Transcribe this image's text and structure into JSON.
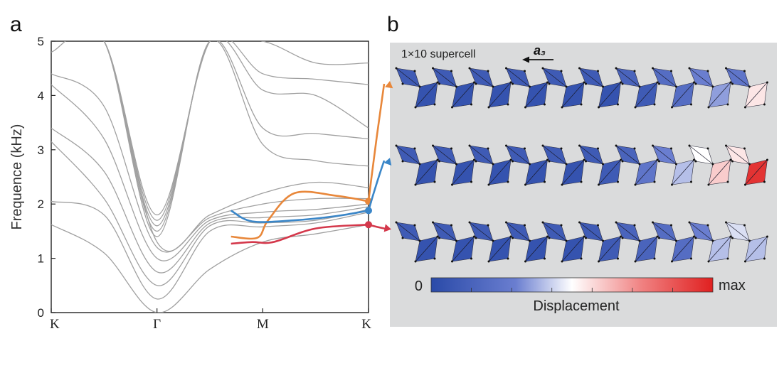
{
  "chart_data": [
    {
      "type": "line",
      "panel_label": "a",
      "ylabel": "Frequence (kHz)",
      "ylim": [
        0,
        5
      ],
      "y_ticks": [
        "0",
        "1",
        "2",
        "3",
        "4",
        "5"
      ],
      "x_ticks": [
        "K",
        "Γ",
        "M",
        "K"
      ],
      "grid": false,
      "series_color": "#a0a0a0",
      "bulk_bands": [
        [
          1.62,
          1.1,
          0.0,
          0.8,
          1.3,
          1.45,
          1.62
        ],
        [
          2.05,
          1.8,
          0.25,
          1.5,
          1.58,
          1.65,
          1.85
        ],
        [
          3.15,
          2.1,
          0.5,
          1.6,
          1.65,
          1.7,
          1.9
        ],
        [
          3.4,
          2.6,
          0.75,
          1.65,
          1.75,
          1.8,
          1.95
        ],
        [
          4.2,
          3.2,
          1.0,
          1.7,
          1.85,
          1.9,
          2.0
        ],
        [
          4.4,
          3.8,
          1.2,
          1.75,
          2.0,
          2.1,
          2.1
        ],
        [
          4.8,
          5.0,
          1.3,
          1.8,
          2.2,
          2.4,
          2.3
        ],
        [
          5.0,
          5.0,
          1.4,
          5.0,
          3.1,
          2.8,
          2.7
        ],
        [
          5.0,
          5.0,
          1.5,
          5.0,
          3.4,
          3.3,
          3.2
        ],
        [
          5.0,
          5.0,
          1.6,
          5.0,
          4.1,
          4.0,
          3.4
        ],
        [
          5.0,
          5.0,
          1.7,
          5.0,
          4.4,
          4.3,
          4.2
        ],
        [
          5.0,
          5.0,
          1.8,
          5.0,
          5.0,
          4.6,
          4.6
        ]
      ],
      "band_x": [
        0,
        0.5,
        1,
        1.5,
        2,
        2.5,
        3
      ],
      "edge_modes": [
        {
          "color": "#e8873a",
          "x": [
            1.7,
            1.95,
            2.05,
            2.3,
            2.7,
            3.0
          ],
          "y": [
            1.4,
            1.38,
            1.7,
            2.2,
            2.15,
            2.05
          ]
        },
        {
          "color": "#3a86c8",
          "x": [
            1.7,
            1.9,
            2.3,
            2.7,
            3.0
          ],
          "y": [
            1.88,
            1.68,
            1.7,
            1.78,
            1.88
          ]
        },
        {
          "color": "#d4384b",
          "x": [
            1.7,
            1.9,
            2.1,
            2.5,
            3.0
          ],
          "y": [
            1.27,
            1.3,
            1.3,
            1.55,
            1.62
          ]
        }
      ]
    },
    {
      "type": "heatmap",
      "panel_label": "b",
      "caption": "1×10 supercell",
      "vector_label": "a₃",
      "colorbar_label": "Displacement",
      "colorbar_min": "0",
      "colorbar_max": "max",
      "colorbar_colors": [
        "#2a4aa8",
        "#6a7ed0",
        "#ffffff",
        "#f08080",
        "#e02020"
      ],
      "rows": [
        {
          "indicator": "#e8873a",
          "cells": [
            [
              0.1,
              0.05
            ],
            [
              0.1,
              0.05
            ],
            [
              0.1,
              0.05
            ],
            [
              0.1,
              0.05
            ],
            [
              0.1,
              0.05
            ],
            [
              0.1,
              0.05
            ],
            [
              0.15,
              0.1
            ],
            [
              0.2,
              0.2
            ],
            [
              0.3,
              0.35
            ],
            [
              0.25,
              0.55
            ]
          ]
        },
        {
          "indicator": "#3a86c8",
          "cells": [
            [
              0.1,
              0.05
            ],
            [
              0.1,
              0.05
            ],
            [
              0.1,
              0.05
            ],
            [
              0.1,
              0.05
            ],
            [
              0.1,
              0.05
            ],
            [
              0.1,
              0.1
            ],
            [
              0.15,
              0.25
            ],
            [
              0.3,
              0.4
            ],
            [
              0.5,
              0.6
            ],
            [
              0.55,
              0.95
            ]
          ]
        },
        {
          "indicator": "#d4384b",
          "cells": [
            [
              0.1,
              0.05
            ],
            [
              0.1,
              0.05
            ],
            [
              0.1,
              0.05
            ],
            [
              0.1,
              0.05
            ],
            [
              0.1,
              0.05
            ],
            [
              0.1,
              0.1
            ],
            [
              0.15,
              0.15
            ],
            [
              0.2,
              0.2
            ],
            [
              0.3,
              0.4
            ],
            [
              0.45,
              0.4
            ]
          ]
        }
      ]
    }
  ]
}
